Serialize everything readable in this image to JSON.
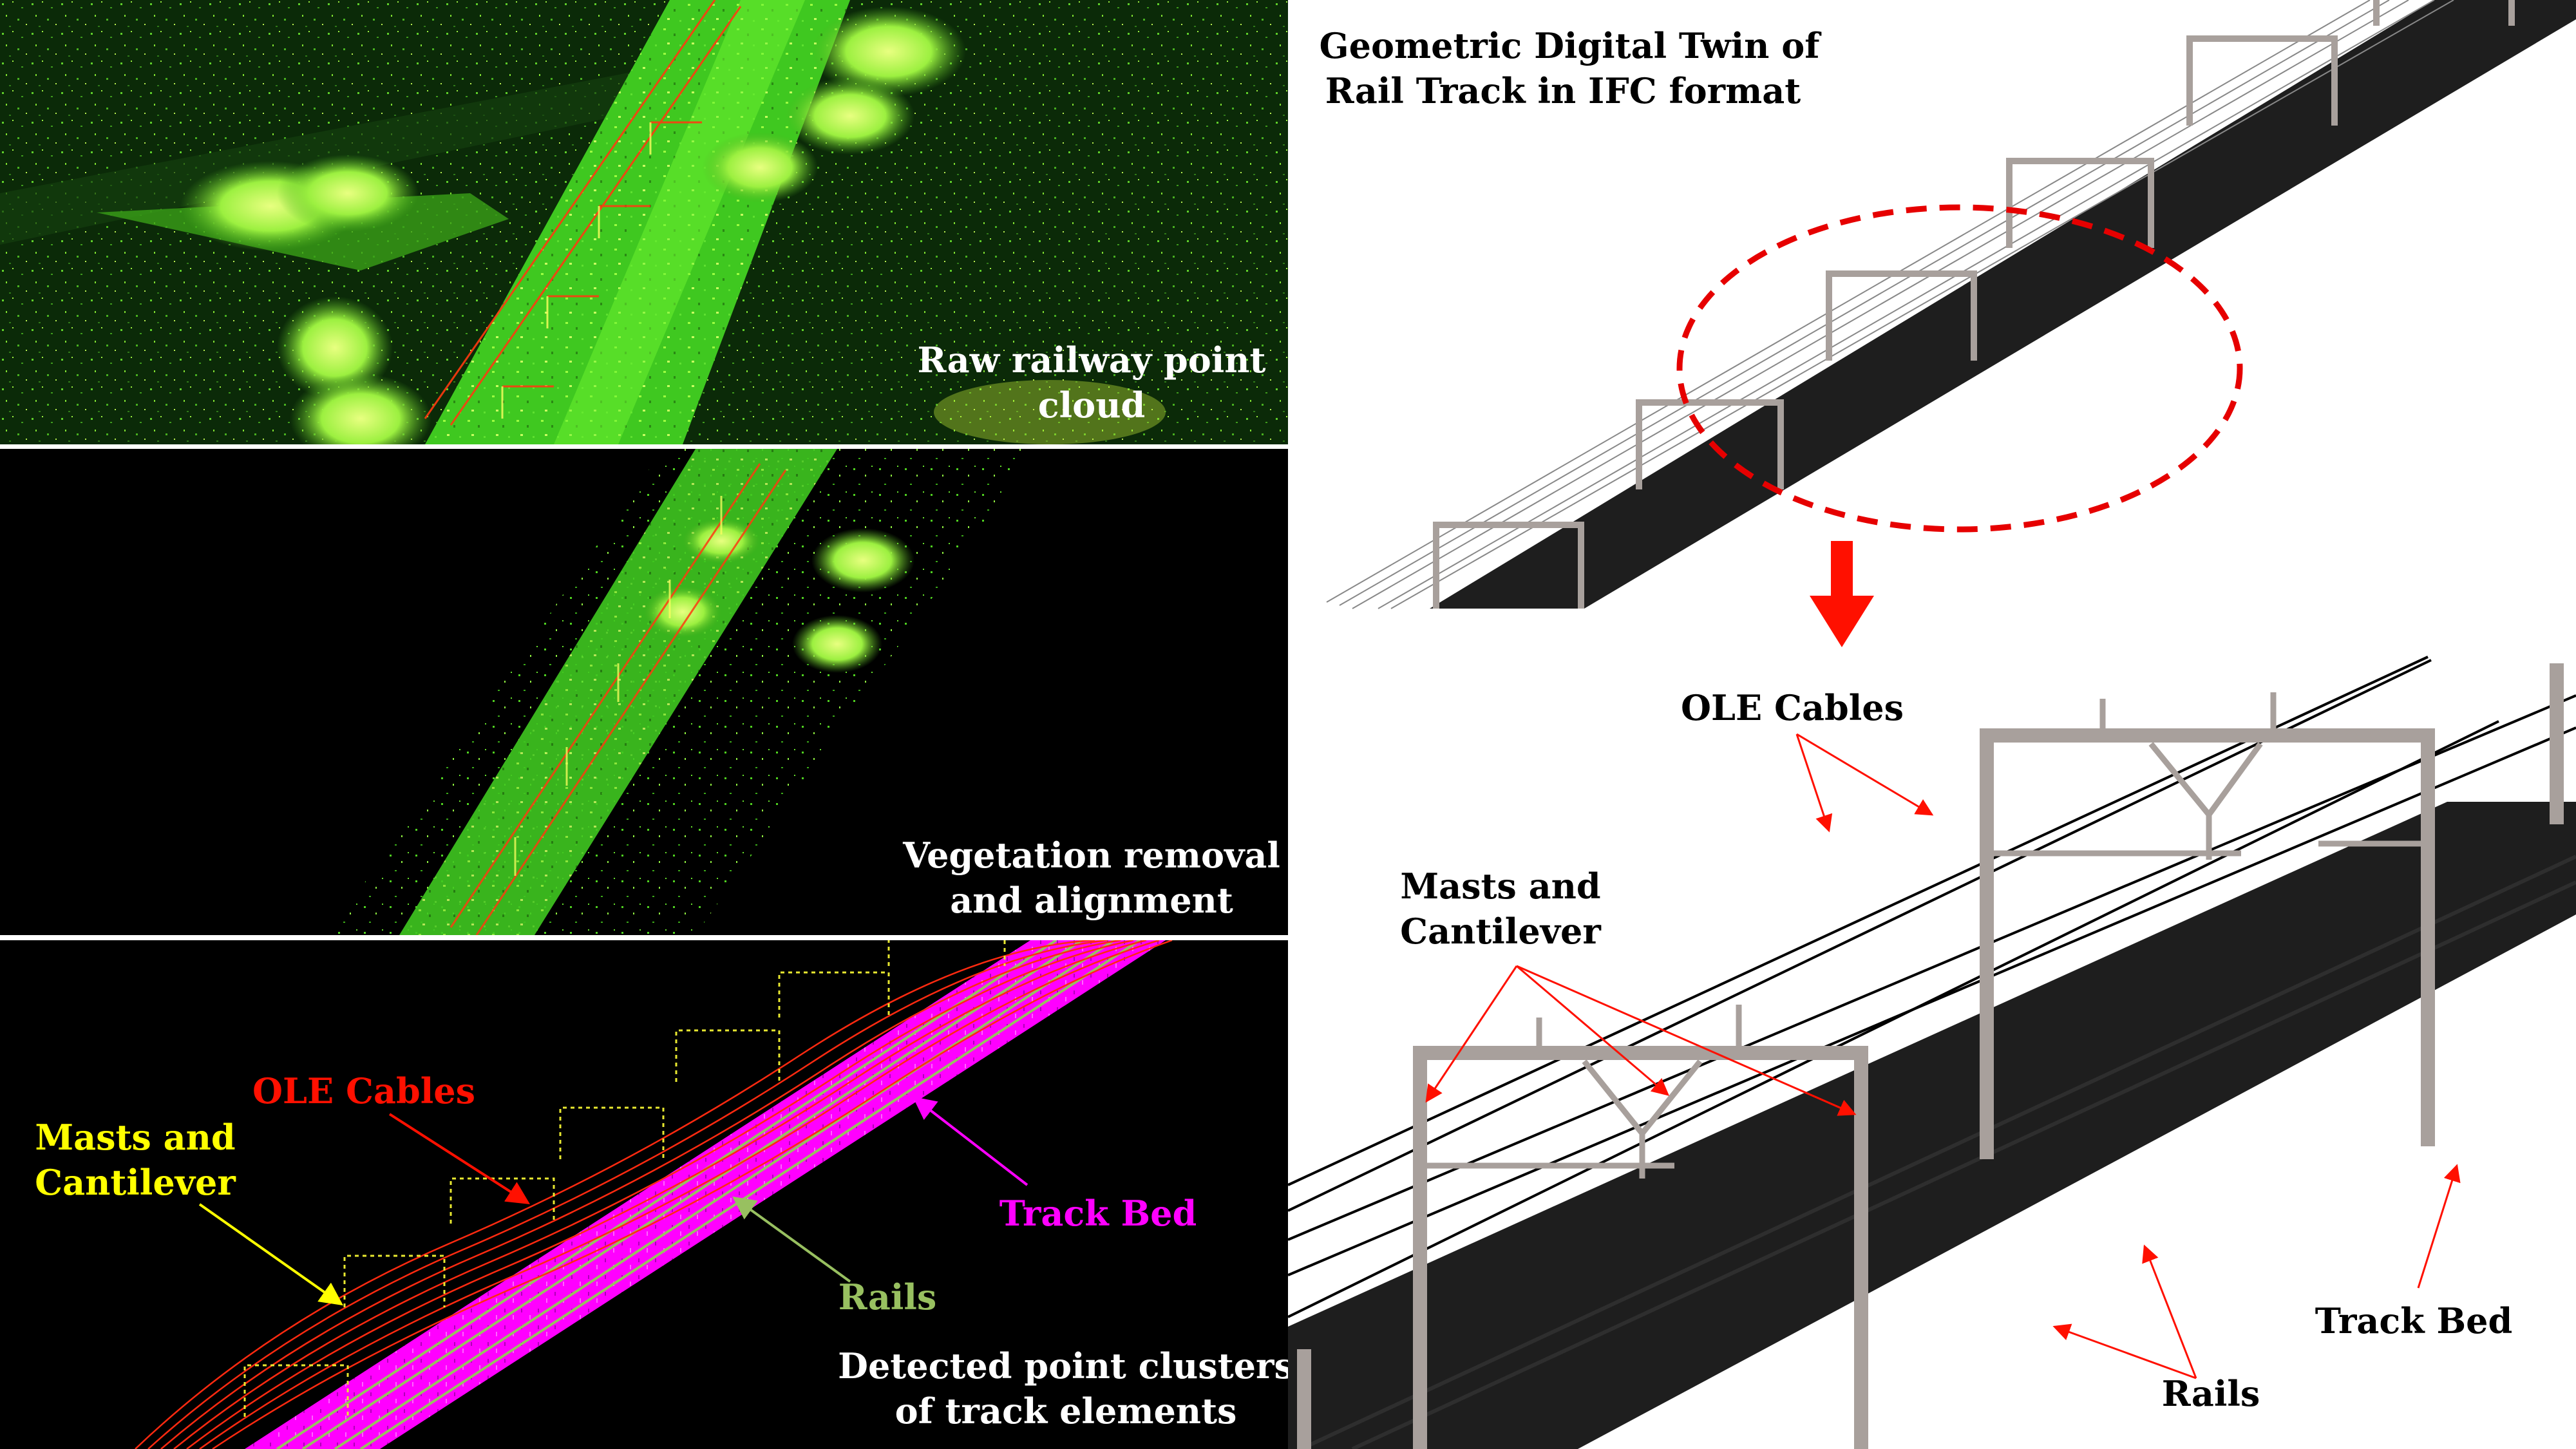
{
  "colors": {
    "point_cloud_green": "#55e820",
    "vegetation_yellow": "#d8ff40",
    "ole_red": "#ff2a10",
    "mast_yellow": "#ffff00",
    "trackbed_magenta": "#ff00ff",
    "rails_green": "#98c060",
    "arrow_red": "#ff1000",
    "track_bed_dark": "#1e1e1e",
    "mast_grey": "#a8a09c"
  },
  "panels": {
    "raw": {
      "label_line1": "Raw railway point",
      "label_line2": "cloud"
    },
    "vegetation": {
      "label_line1": "Vegetation removal",
      "label_line2": "and alignment"
    },
    "detected": {
      "label_line1": "Detected point clusters",
      "label_line2": "of track elements",
      "ole_label": "OLE Cables",
      "masts_line1": "Masts and",
      "masts_line2": "Cantilever",
      "track_bed_label": "Track Bed",
      "rails_label": "Rails"
    },
    "twin": {
      "title_line1": "Geometric Digital Twin of",
      "title_line2": "Rail Track in IFC format"
    },
    "detail": {
      "ole_label": "OLE Cables",
      "masts_line1": "Masts and",
      "masts_line2": "Cantilever",
      "track_bed_label": "Track Bed",
      "rails_label": "Rails"
    }
  },
  "icons": [
    "down-arrow-icon"
  ]
}
